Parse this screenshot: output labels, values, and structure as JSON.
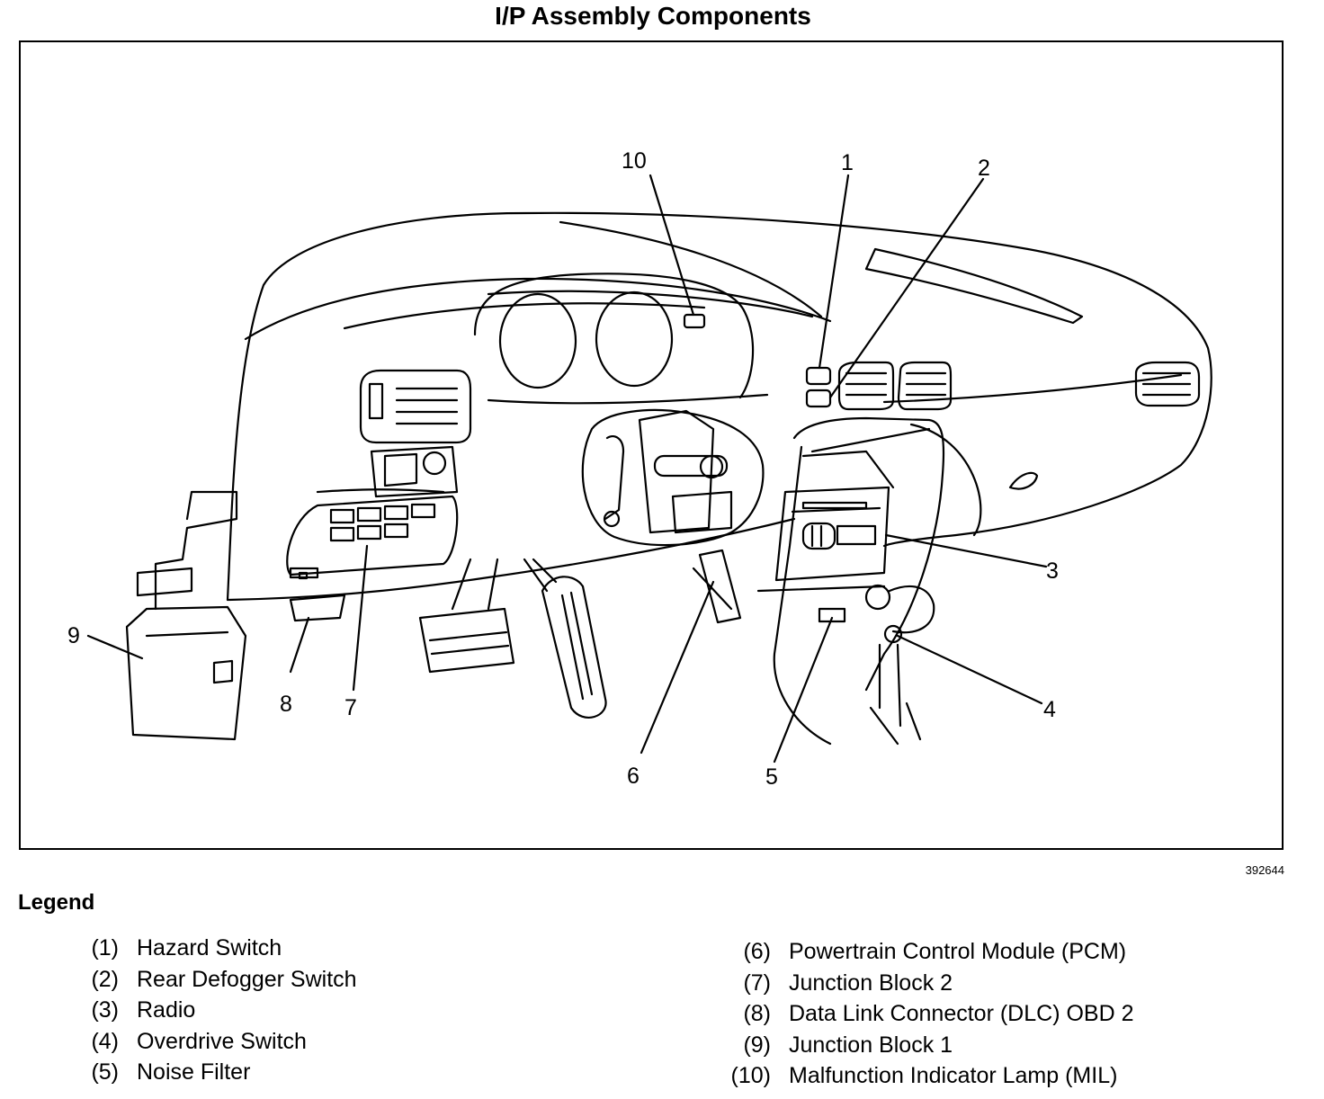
{
  "title": "I/P Assembly Components",
  "figure_id": "392644",
  "legend": {
    "heading": "Legend",
    "left": [
      {
        "num": "(1)",
        "label": "Hazard Switch"
      },
      {
        "num": "(2)",
        "label": "Rear Defogger Switch"
      },
      {
        "num": "(3)",
        "label": "Radio"
      },
      {
        "num": "(4)",
        "label": "Overdrive Switch"
      },
      {
        "num": "(5)",
        "label": "Noise Filter"
      }
    ],
    "right": [
      {
        "num": "(6)",
        "label": "Powertrain Control Module (PCM)"
      },
      {
        "num": "(7)",
        "label": "Junction Block 2"
      },
      {
        "num": "(8)",
        "label": "Data Link Connector (DLC) OBD 2"
      },
      {
        "num": "(9)",
        "label": "Junction Block 1"
      },
      {
        "num": "(10)",
        "label": "Malfunction Indicator Lamp (MIL)"
      }
    ]
  },
  "callouts": [
    "1",
    "2",
    "3",
    "4",
    "5",
    "6",
    "7",
    "8",
    "9",
    "10"
  ]
}
